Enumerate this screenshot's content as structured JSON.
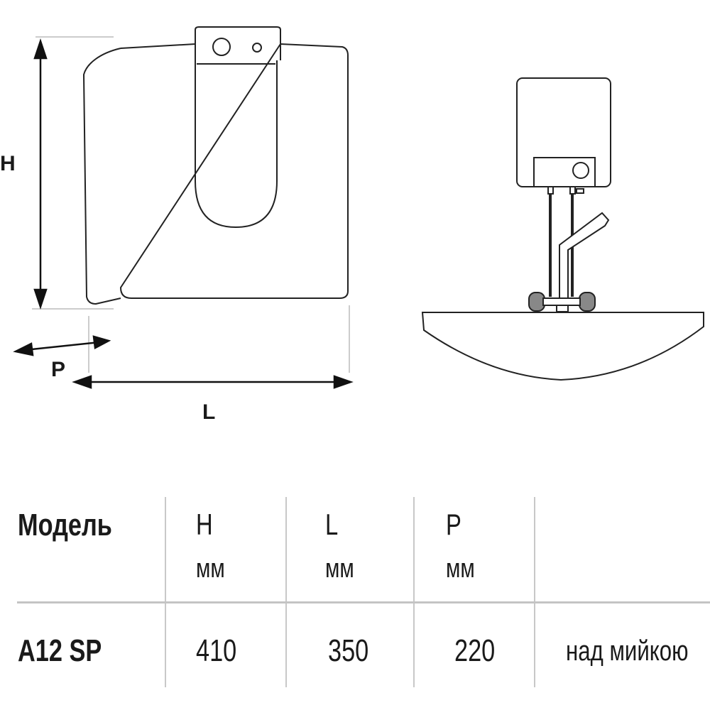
{
  "diagram": {
    "labels": {
      "height": "H",
      "depth": "P",
      "length": "L"
    }
  },
  "table": {
    "header": {
      "model": "Модель",
      "h": "H",
      "l": "L",
      "p": "P",
      "unit": "мм"
    },
    "rows": [
      {
        "model": "A12 SP",
        "h": "410",
        "l": "350",
        "p": "220",
        "mounting": "над мийкою"
      }
    ]
  }
}
